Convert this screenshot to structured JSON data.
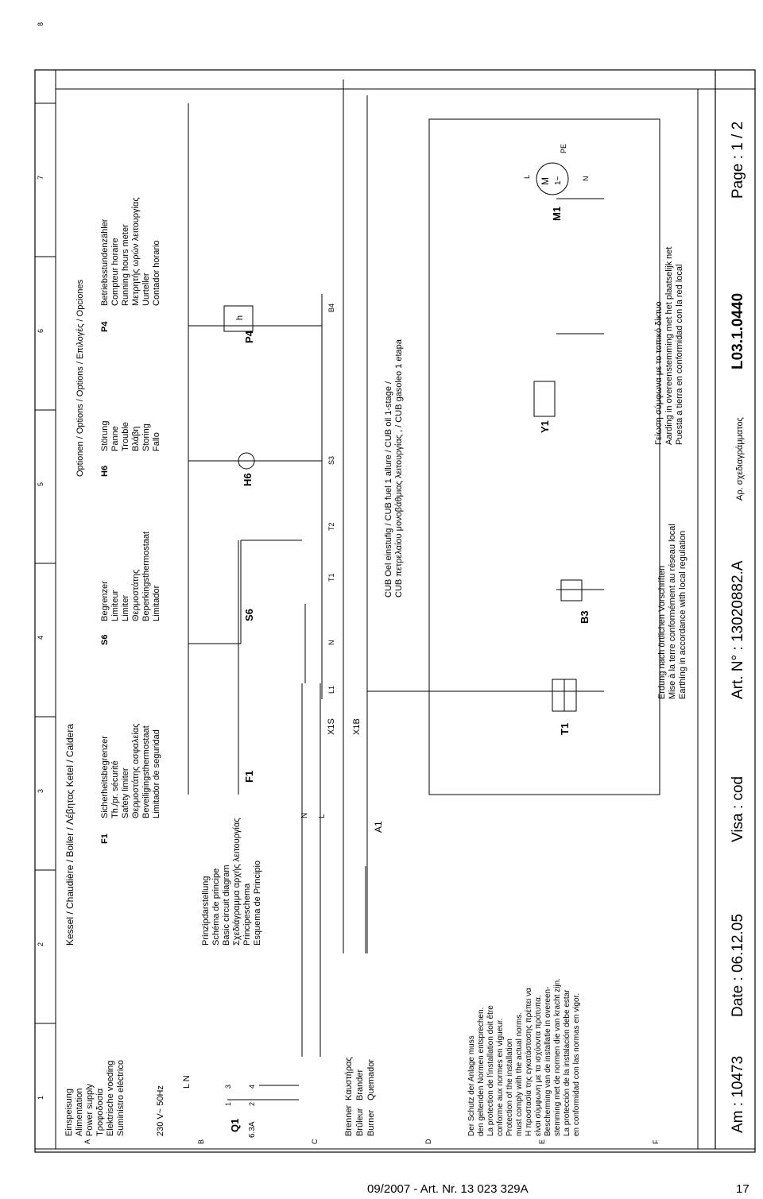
{
  "grid": {
    "columns": [
      "1",
      "2",
      "3",
      "4",
      "5",
      "6",
      "7",
      "8"
    ],
    "rows": [
      "A",
      "B",
      "C",
      "D",
      "E",
      "F"
    ]
  },
  "supply": {
    "lines": [
      "Einspeisung",
      "Alimentation",
      "Power supply",
      "Τροφοδοσία",
      "Elektrische voeding",
      "Suministro eléctrico"
    ],
    "voltage": "230 V~  50Hz",
    "terminals": "L  N"
  },
  "q1": {
    "label": "Q1",
    "rating": "6.3A",
    "pins": [
      "1",
      "3",
      "2",
      "4"
    ]
  },
  "kessel": "Kessel / Chaudière / Boiler / Λέβητας   Ketel / Caldera",
  "f1_legend": {
    "code": "F1",
    "lines": [
      "Sicherheitsbegrenzer",
      "Th./pr. sécurité",
      "Safety limiter",
      "Θερμοστάτης ασφαλείας",
      "Beveiligingsthermostaat",
      "Limitador de seguridad"
    ]
  },
  "s6_legend": {
    "code": "S6",
    "lines": [
      "Begrenzer",
      "Limiteur",
      "Limiter",
      "Θερμοστάτης",
      "Beperkingsthermostaat",
      "Limitador"
    ]
  },
  "options_header": "Optionen / Options / Options / Επιλογές      / Opciones",
  "h6_legend": {
    "code": "H6",
    "lines": [
      "Störung",
      "Panne",
      "Trouble",
      "Βλάβη",
      "Storing",
      "Fallo"
    ]
  },
  "p4_legend": {
    "code": "P4",
    "lines": [
      "Betriebsstundenzähler",
      "Compteur horaire",
      "Running hours meter",
      "Μετρητής ωρών λειτουργίας",
      "Uurteller",
      "Contador horario"
    ]
  },
  "principle": {
    "lines": [
      "Prinzipdarstellung",
      "Schéma de principe",
      "Basic circuit diagram",
      "Σχεδιάγραμμα αρχής λειτουργίας",
      "Principeschema",
      "Esquema de Principio"
    ]
  },
  "bus": {
    "N": "N",
    "L": "L"
  },
  "devices": {
    "F1": "F1",
    "S6": "S6",
    "H6": "H6",
    "P4": "P4",
    "h": "h",
    "T1": "T1",
    "B3": "B3",
    "Y1": "Y1",
    "M1": "M1",
    "motor_m": "M",
    "motor_ph": "1~"
  },
  "connectors": {
    "X1S": "X1S",
    "X1B": "X1B",
    "A1": "A1"
  },
  "pins": {
    "L1": "L1",
    "N": "N",
    "T1": "T1",
    "T2": "T2",
    "S3": "S3",
    "B4": "B4"
  },
  "motor_pins": {
    "L": "L",
    "N": "N",
    "PE": "PE"
  },
  "burner": {
    "left": [
      "Brenner",
      "Brûleur",
      "Burner"
    ],
    "right": [
      "Καυστήρας",
      "Brander",
      "Quemador"
    ]
  },
  "cub": [
    "CUB Oel einstufig / CUB fuel 1 allure / CUB oil 1-stage /",
    "CUB πετρελαίου μονοβάθμιας λειτουργίας         , / CUB gasoleo 1 etapa"
  ],
  "protection": [
    "Der Schutz der Anlage muss",
    "den geltenden Normen entsprechen.",
    "La protection de l'installation doit être",
    "conforme aux normes en vigueur.",
    "Protection of the installation",
    "must comply with the actual norms.",
    "Η προστασία της εγκατάστασης πρέπει να",
    "είναι σύμφωνη με τα ισχύοντα πρότυπα.",
    "Bescherming van de installatie in overeen-",
    "stemming met de normen die van kracht zijn.",
    "La protección de la instalación debe estar",
    "en conformidad con las normas en vigor."
  ],
  "earthing_left": [
    "Erdung nach örtlichen Vorschriften",
    "Mise à la terre conformément au réseau local",
    "Earthing in accordance with local regulation"
  ],
  "earthing_right": [
    "Γείωση σύμφωνα με το τοπικό δίκτυο",
    "Aarding in overeenstemming met het plaatselijk net",
    "Puesta a tierra en conformidad con la red local"
  ],
  "title_block": {
    "am": "Am :   10473",
    "date": "Date : 06.12.05",
    "visa": "Visa : cod",
    "art": "Art. N° :  13020882.A",
    "ar": "Αρ. σχεδιαγράμματος",
    "code": "L03.1.0440",
    "page": "Page : 1   / 2"
  },
  "footer": {
    "ref": "09/2007 - Art. Nr. 13 023 329A",
    "page": "17"
  }
}
